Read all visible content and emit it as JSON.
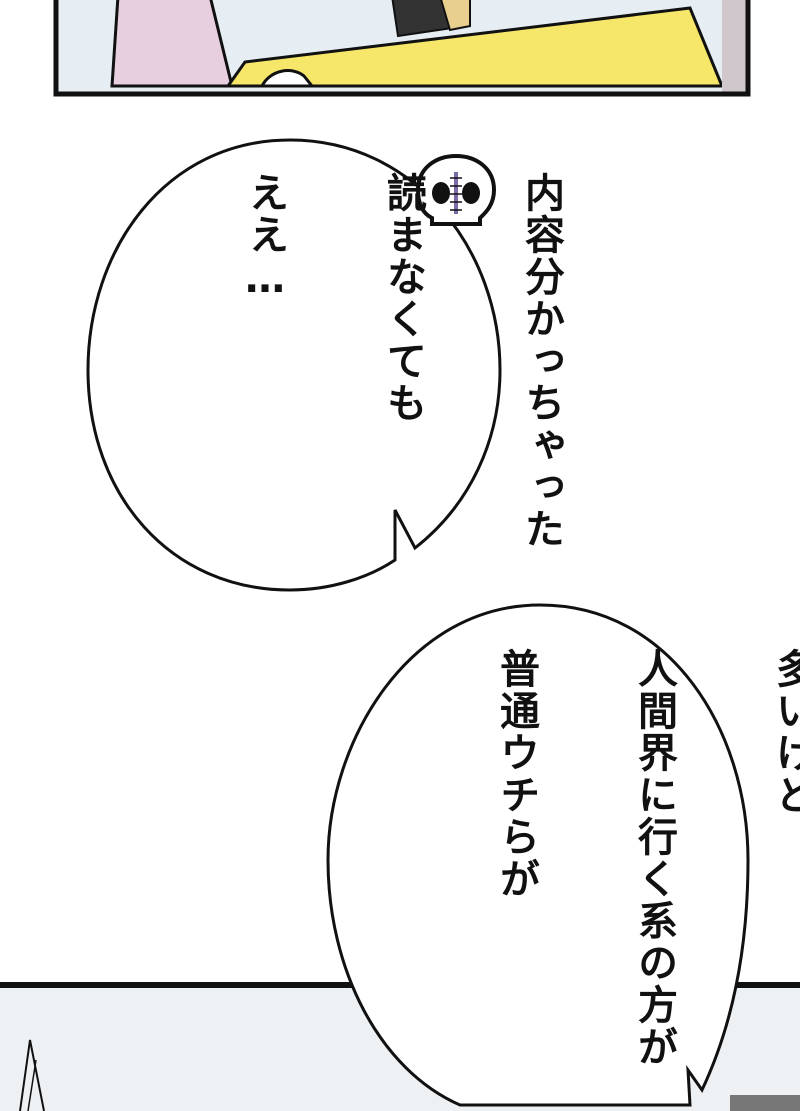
{
  "panels": {
    "top": {
      "description_visible": false
    },
    "bottom": {
      "description_visible": false
    }
  },
  "bubbles": [
    {
      "lines": [
        "ええ…",
        "読まなくても",
        "内容分かっちゃった"
      ]
    },
    {
      "lines": [
        "普通ウチらが",
        "人間界に行く系の方が",
        "多いけど"
      ]
    }
  ],
  "icons": {
    "skull": "skull-icon"
  },
  "colors": {
    "ink": "#111111",
    "paper": "#ffffff",
    "panel_bg": "#e6eef4",
    "book_yellow": "#f6e66a",
    "sleeve_pink": "#e7cfe0"
  }
}
